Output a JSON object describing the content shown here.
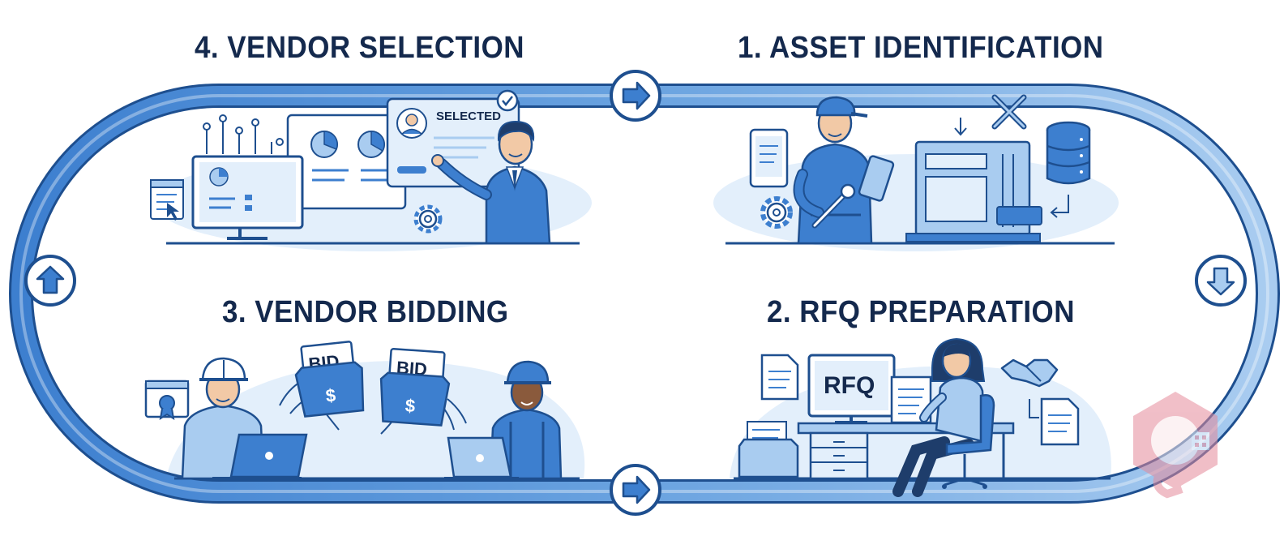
{
  "steps": [
    {
      "id": "vendor-selection",
      "title": "4. VENDOR SELECTION",
      "badge": "SELECTED"
    },
    {
      "id": "asset-identification",
      "title": "1. ASSET IDENTIFICATION"
    },
    {
      "id": "vendor-bidding",
      "title": "3. VENDOR BIDDING",
      "doc_label": "BID",
      "currency": "$"
    },
    {
      "id": "rfq-preparation",
      "title": "2. RFQ PREPARATION",
      "screen_label": "RFQ"
    }
  ],
  "colors": {
    "primary": "#3d7fcf",
    "light": "#a9ccf0",
    "pale": "#e3effb",
    "dark": "#14294d",
    "accent": "#e58a9a"
  },
  "icons": [
    "arrow-right-icon",
    "arrow-down-icon",
    "arrow-up-icon",
    "gear-icon",
    "checkmark-icon",
    "wrench-icon",
    "database-icon",
    "handshake-icon",
    "certificate-icon",
    "watermark-logo"
  ]
}
